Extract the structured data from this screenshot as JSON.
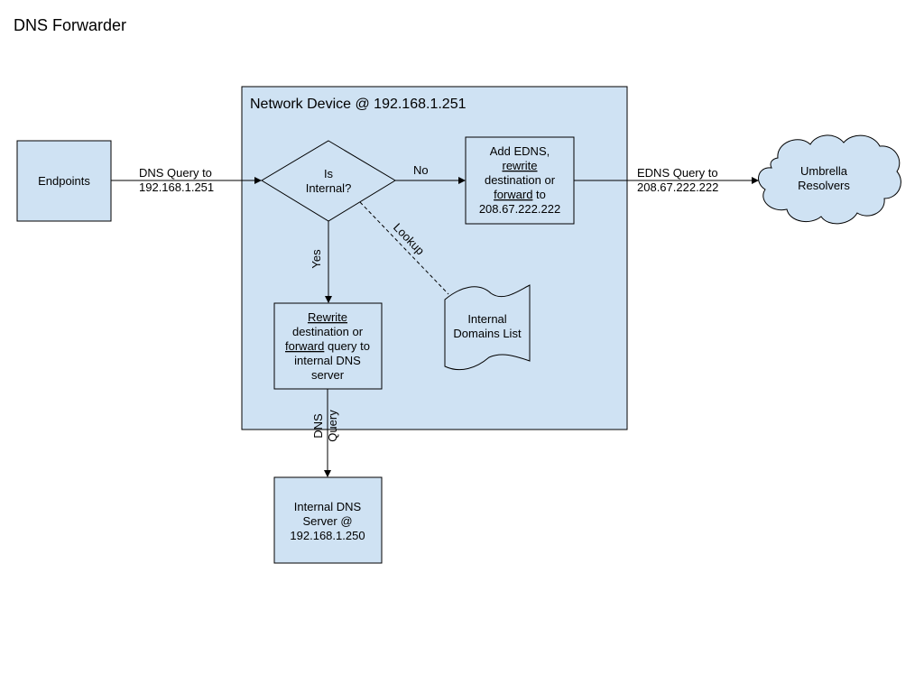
{
  "title": "DNS Forwarder",
  "network_device": {
    "label": "Network Device @ 192.168.1.251"
  },
  "endpoints": {
    "label": "Endpoints"
  },
  "decision": {
    "line1": "Is",
    "line2": "Internal?"
  },
  "edns_box": {
    "line1": "Add EDNS,",
    "line2": "rewrite",
    "line3": "destination or",
    "line4a": "forward",
    "line4b": " to",
    "line5": "208.67.222.222"
  },
  "rewrite_box": {
    "line1": "Rewrite",
    "line2": "destination or",
    "line3a": "forward",
    "line3b": " query to",
    "line4": "internal DNS",
    "line5": "server"
  },
  "domains_list": {
    "line1": "Internal",
    "line2": "Domains List"
  },
  "internal_server": {
    "line1": "Internal DNS",
    "line2": "Server @",
    "line3": "192.168.1.250"
  },
  "umbrella": {
    "line1": "Umbrella",
    "line2": "Resolvers"
  },
  "edges": {
    "query_in_1": "DNS Query to",
    "query_in_2": "192.168.1.251",
    "no": "No",
    "yes": "Yes",
    "lookup": "Lookup",
    "edns_out_1": "EDNS Query to",
    "edns_out_2": "208.67.222.222",
    "dns_query_1": "DNS",
    "dns_query_2": "Query"
  },
  "colors": {
    "box_fill": "#cfe2f3",
    "stroke": "#000000",
    "background": "#ffffff"
  }
}
